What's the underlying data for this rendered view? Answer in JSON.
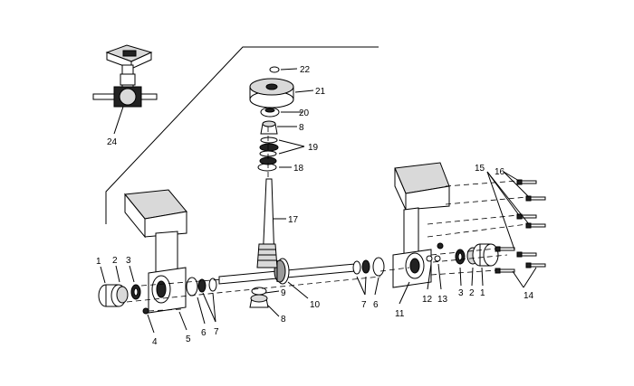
{
  "callouts": [
    {
      "id": "c1a",
      "text": "1"
    },
    {
      "id": "c2a",
      "text": "2"
    },
    {
      "id": "c3a",
      "text": "3"
    },
    {
      "id": "c4",
      "text": "4"
    },
    {
      "id": "c5",
      "text": "5"
    },
    {
      "id": "c6a",
      "text": "6"
    },
    {
      "id": "c7a",
      "text": "7"
    },
    {
      "id": "c8a",
      "text": "8"
    },
    {
      "id": "c8b",
      "text": "8"
    },
    {
      "id": "c9",
      "text": "9"
    },
    {
      "id": "c10",
      "text": "10"
    },
    {
      "id": "c7b",
      "text": "7"
    },
    {
      "id": "c6b",
      "text": "6"
    },
    {
      "id": "c11",
      "text": "11"
    },
    {
      "id": "c12",
      "text": "12"
    },
    {
      "id": "c13",
      "text": "13"
    },
    {
      "id": "c3b",
      "text": "3"
    },
    {
      "id": "c2b",
      "text": "2"
    },
    {
      "id": "c1b",
      "text": "1"
    },
    {
      "id": "c14",
      "text": "14"
    },
    {
      "id": "c15",
      "text": "15"
    },
    {
      "id": "c16",
      "text": "16"
    },
    {
      "id": "c17",
      "text": "17"
    },
    {
      "id": "c18",
      "text": "18"
    },
    {
      "id": "c19",
      "text": "19"
    },
    {
      "id": "c20",
      "text": "20"
    },
    {
      "id": "c21",
      "text": "21"
    },
    {
      "id": "c22",
      "text": "22"
    },
    {
      "id": "c24",
      "text": "24"
    }
  ]
}
